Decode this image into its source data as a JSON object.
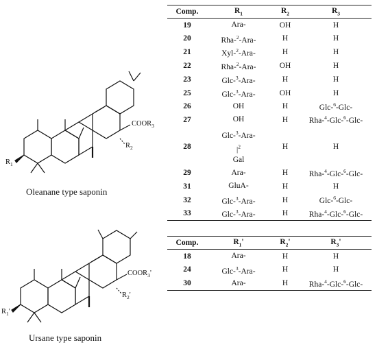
{
  "oleanane": {
    "caption": "Oleanane type saponin",
    "labels": {
      "r1": "R1",
      "r2": "R2",
      "coor": "COOR3"
    }
  },
  "ursane": {
    "caption": "Ursane type saponin",
    "labels": {
      "r1": "R1'",
      "r2": "R2'",
      "coor": "COOR3'"
    }
  },
  "table_a": {
    "headers": [
      "Comp.",
      "R1",
      "R2",
      "R3"
    ],
    "rows": [
      {
        "comp": "19",
        "r1": "Ara-",
        "r2": "OH",
        "r3": "H"
      },
      {
        "comp": "20",
        "r1": "Rha-2-Ara-",
        "r2": "H",
        "r3": "H"
      },
      {
        "comp": "21",
        "r1": "Xyl-2-Ara-",
        "r2": "H",
        "r3": "H"
      },
      {
        "comp": "22",
        "r1": "Rha-2-Ara-",
        "r2": "OH",
        "r3": "H"
      },
      {
        "comp": "23",
        "r1": "Glc-3-Ara-",
        "r2": "H",
        "r3": "H"
      },
      {
        "comp": "25",
        "r1": "Glc-3-Ara-",
        "r2": "OH",
        "r3": "H"
      },
      {
        "comp": "26",
        "r1": "OH",
        "r2": "H",
        "r3": "Glc-6-Glc-"
      },
      {
        "comp": "27",
        "r1": "OH",
        "r2": "H",
        "r3": "Rha-4-Glc-6-Glc-"
      },
      {
        "comp": "28",
        "r1": "Glc-3-Ara- | 2 Gal",
        "r2": "H",
        "r3": "H"
      },
      {
        "comp": "29",
        "r1": "Ara-",
        "r2": "H",
        "r3": "Rha-4-Glc-6-Glc-"
      },
      {
        "comp": "31",
        "r1": "GluA-",
        "r2": "H",
        "r3": "H"
      },
      {
        "comp": "32",
        "r1": "Glc-3-Ara-",
        "r2": "H",
        "r3": "Glc-6-Glc-"
      },
      {
        "comp": "33",
        "r1": "Glc-3-Ara-",
        "r2": "H",
        "r3": "Rha-4-Glc-6-Glc-"
      }
    ]
  },
  "table_b": {
    "headers": [
      "Comp.",
      "R1'",
      "R2'",
      "R3'"
    ],
    "rows": [
      {
        "comp": "18",
        "r1": "Ara-",
        "r2": "H",
        "r3": "H"
      },
      {
        "comp": "24",
        "r1": "Glc-3-Ara-",
        "r2": "H",
        "r3": "H"
      },
      {
        "comp": "30",
        "r1": "Ara-",
        "r2": "H",
        "r3": "Rha-4-Glc-6-Glc-"
      }
    ]
  }
}
